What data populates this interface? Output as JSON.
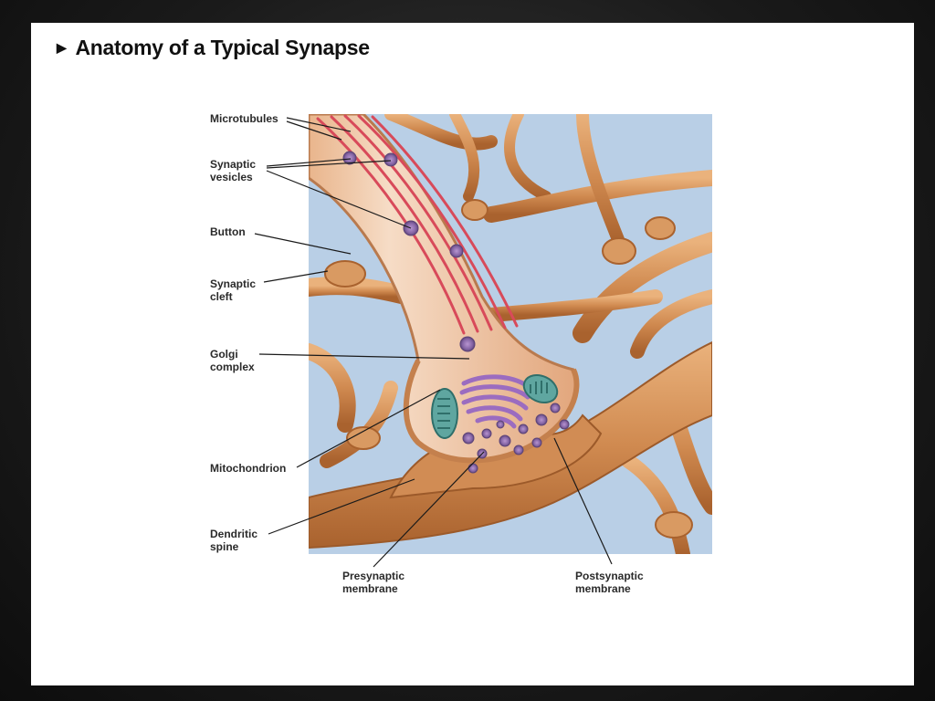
{
  "slide": {
    "title": "Anatomy of a Typical Synapse",
    "bullet_icon": "right-triangle-icon"
  },
  "labels": {
    "microtubules": "Microtubules",
    "synaptic_vesicles_1": "Synaptic",
    "synaptic_vesicles_2": "vesicles",
    "button": "Button",
    "synaptic_cleft_1": "Synaptic",
    "synaptic_cleft_2": "cleft",
    "golgi_1": "Golgi",
    "golgi_2": "complex",
    "mitochondrion": "Mitochondrion",
    "dendritic_spine_1": "Dendritic",
    "dendritic_spine_2": "spine",
    "presynaptic_1": "Presynaptic",
    "presynaptic_2": "membrane",
    "postsynaptic_1": "Postsynaptic",
    "postsynaptic_2": "membrane"
  },
  "colors": {
    "background_blue": "#b9cfe6",
    "neuron_tan": "#d99a62",
    "neuron_dark": "#b06a38",
    "axon_pink": "#f0cfb8",
    "microtubule_red": "#d84a5a",
    "vesicle_purple": "#8a6aa8",
    "golgi_purple": "#9b6cc0",
    "mito_teal": "#5fa6a0"
  }
}
